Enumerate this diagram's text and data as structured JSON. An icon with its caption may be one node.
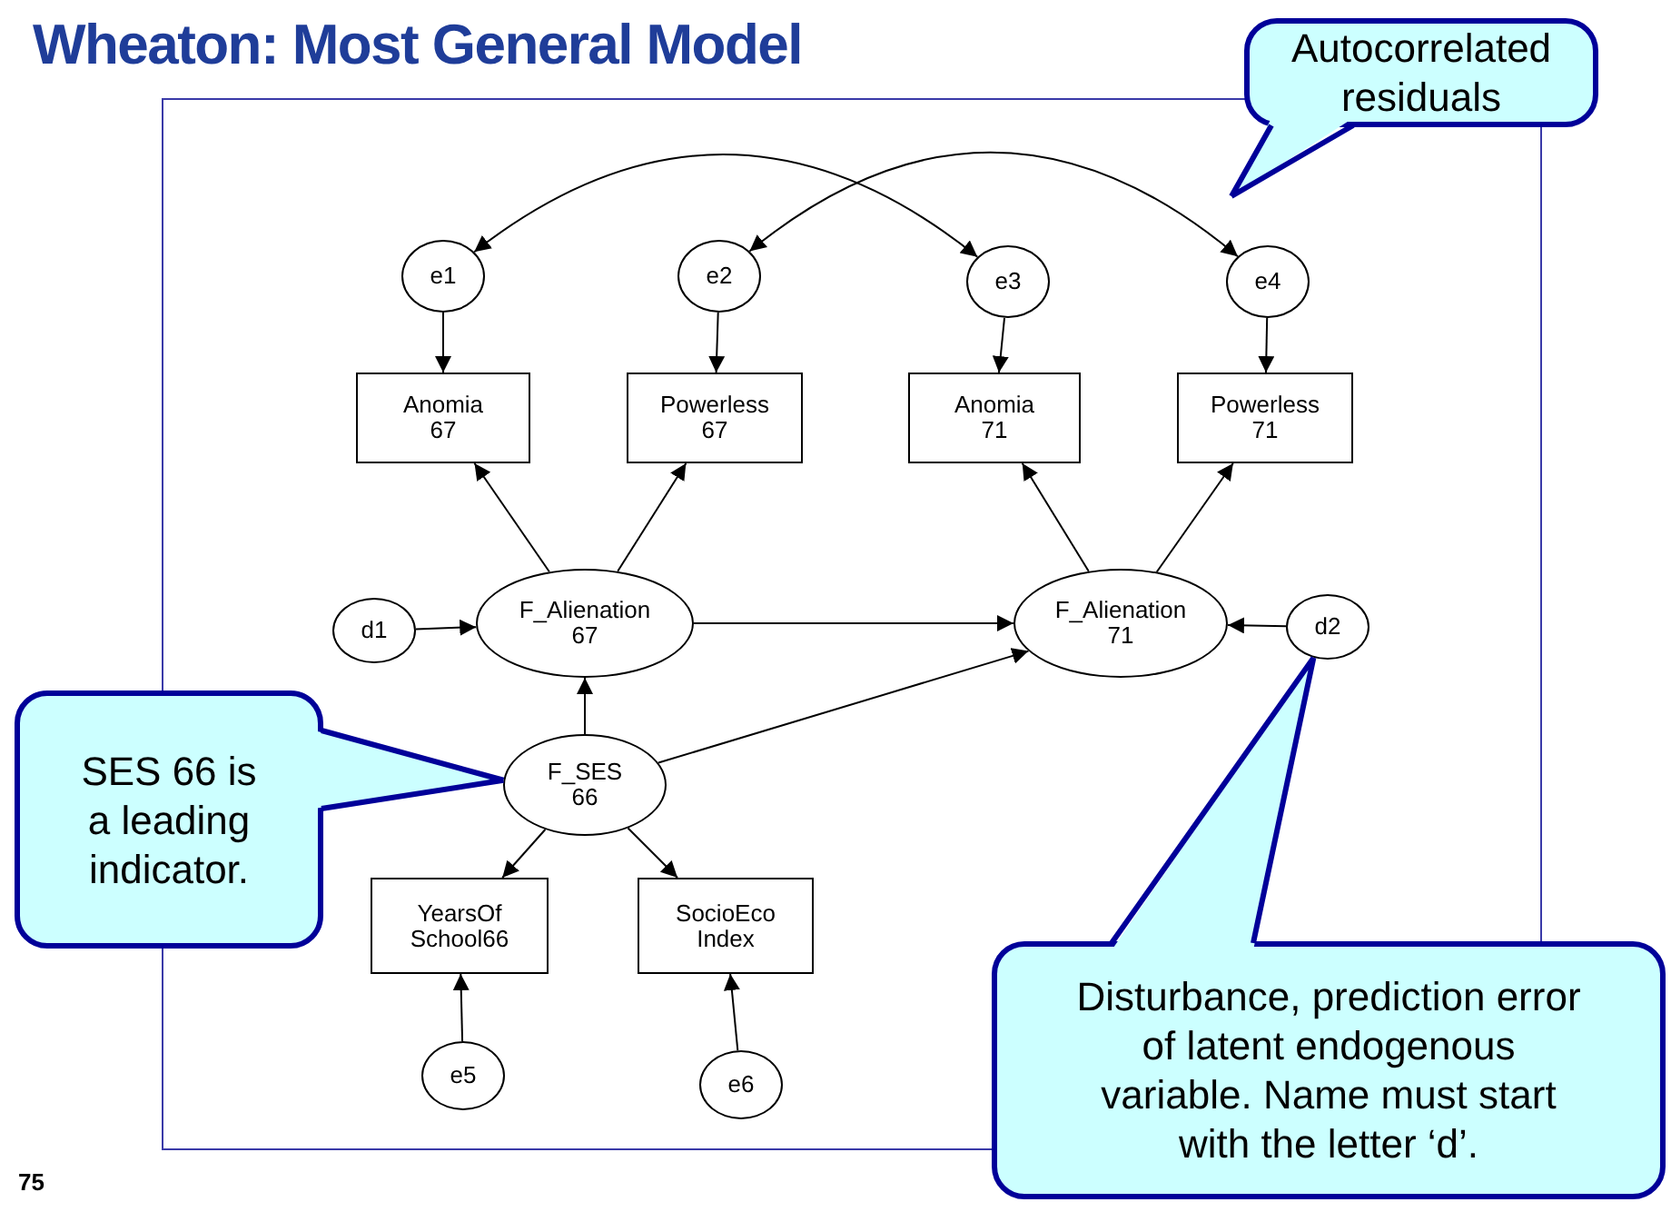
{
  "diagram": {
    "title": "Wheaton: Most General Model",
    "nodes": [
      {
        "text": [
          "e1"
        ]
      },
      {
        "text": [
          "e2"
        ]
      },
      {
        "text": [
          "e3"
        ]
      },
      {
        "text": [
          "e4"
        ]
      },
      {
        "text": [
          "Anomia 67"
        ]
      },
      {
        "text": [
          "Powerless 67"
        ]
      },
      {
        "text": [
          "Anomia 71"
        ]
      },
      {
        "text": [
          "Powerless 71"
        ]
      },
      {
        "text": [
          "d1"
        ]
      },
      {
        "text": [
          "F_Alienation 67"
        ]
      },
      {
        "text": [
          "F_Alienation 71"
        ]
      },
      {
        "text": [
          "d2"
        ]
      },
      {
        "text": [
          "F_SES 66"
        ]
      },
      {
        "text": [
          "YearsOf School66"
        ]
      },
      {
        "text": [
          "SocioEco Index"
        ]
      },
      {
        "text": [
          "e5"
        ]
      },
      {
        "text": [
          "e6"
        ]
      },
      {
        "text": [
          "Autocorrelated residuals"
        ]
      },
      {
        "text": [
          "SES 66 is a leading indicator."
        ]
      },
      {
        "text": [
          "Disturbance, prediction error of latent endogenous variable. Name must start with the letter ‘d’."
        ]
      }
    ],
    "edges": [
      {
        "from": 0,
        "to": 4,
        "arrow": "to"
      },
      {
        "from": 1,
        "to": 5,
        "arrow": "to"
      },
      {
        "from": 2,
        "to": 6,
        "arrow": "to"
      },
      {
        "from": 3,
        "to": 7,
        "arrow": "to"
      },
      {
        "from": 9,
        "to": 4,
        "arrow": "to"
      },
      {
        "from": 9,
        "to": 5,
        "arrow": "to"
      },
      {
        "from": 10,
        "to": 6,
        "arrow": "to"
      },
      {
        "from": 10,
        "to": 7,
        "arrow": "to"
      },
      {
        "from": 8,
        "to": 9,
        "arrow": "to"
      },
      {
        "from": 11,
        "to": 10,
        "arrow": "to"
      },
      {
        "from": 9,
        "to": 10,
        "arrow": "to"
      },
      {
        "from": 12,
        "to": 9,
        "arrow": "to"
      },
      {
        "from": 12,
        "to": 10,
        "arrow": "to"
      },
      {
        "from": 12,
        "to": 13,
        "arrow": "to"
      },
      {
        "from": 12,
        "to": 14,
        "arrow": "to"
      },
      {
        "from": 15,
        "to": 13,
        "arrow": "to"
      },
      {
        "from": 16,
        "to": 14,
        "arrow": "to"
      },
      {
        "from": 0,
        "to": 2,
        "arrow": "both"
      },
      {
        "from": 1,
        "to": 3,
        "arrow": "both"
      },
      {
        "from": 17,
        "to": null,
        "arrow": "none",
        "style": "thick",
        "color": "#000099"
      },
      {
        "from": 18,
        "to": 12,
        "arrow": "none",
        "style": "thick",
        "color": "#000099"
      },
      {
        "from": 19,
        "to": 11,
        "arrow": "none",
        "style": "thick",
        "color": "#000099"
      }
    ],
    "labels": [
      "75"
    ]
  }
}
